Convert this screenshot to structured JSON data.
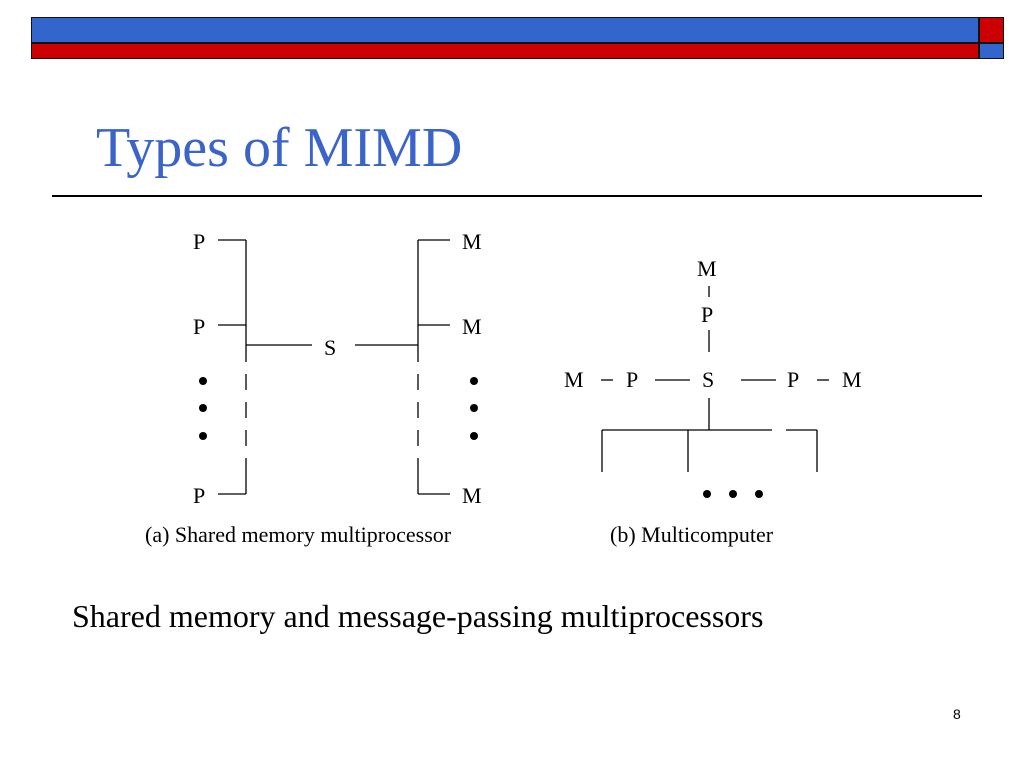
{
  "header": {
    "colors": {
      "blue": "#3366cc",
      "red": "#cc0000"
    }
  },
  "slide": {
    "title": "Types of MIMD",
    "title_color": "#3a64c8",
    "caption": "Shared memory and message-passing multiprocessors",
    "page_number": "8"
  },
  "diagram": {
    "shared_memory": {
      "processor_label": "P",
      "memory_label": "M",
      "switch_label": "S",
      "caption": "(a) Shared memory multiprocessor"
    },
    "multicomputer": {
      "memory_label": "M",
      "processor_label": "P",
      "switch_label": "S",
      "caption": "(b) Multicomputer"
    }
  }
}
